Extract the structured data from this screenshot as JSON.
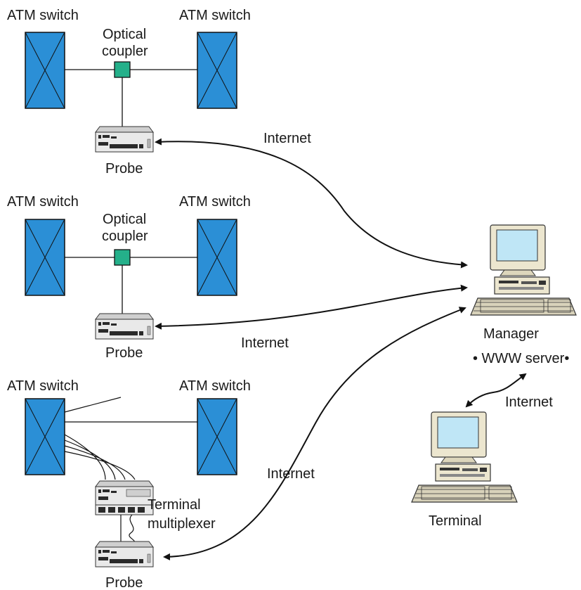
{
  "colors": {
    "switch_fill": "#2b8fd6",
    "coupler_fill": "#24b08a",
    "device_body": "#e9e9e9",
    "device_dark": "#2a2a2a",
    "screen": "#bfe6f6",
    "computer_beige": "#ece6cf",
    "line": "#111111"
  },
  "diagram": {
    "group1": {
      "switch_left_label": "ATM switch",
      "switch_right_label": "ATM switch",
      "coupler_label_line1": "Optical",
      "coupler_label_line2": "coupler",
      "probe_label": "Probe",
      "link_label": "Internet"
    },
    "group2": {
      "switch_left_label": "ATM switch",
      "switch_right_label": "ATM switch",
      "coupler_label_line1": "Optical",
      "coupler_label_line2": "coupler",
      "probe_label": "Probe",
      "link_label": "Internet"
    },
    "group3": {
      "switch_left_label": "ATM switch",
      "switch_right_label": "ATM switch",
      "mux_label_line1": "Terminal",
      "mux_label_line2": "multiplexer",
      "probe_label": "Probe",
      "link_label": "Internet"
    },
    "manager": {
      "label": "Manager",
      "server_label": "• WWW server•"
    },
    "terminal": {
      "label": "Terminal",
      "link_label": "Internet"
    },
    "icons": {
      "switch": "atm-switch-icon",
      "coupler": "optical-coupler-icon",
      "probe": "probe-device-icon",
      "mux": "terminal-multiplexer-icon",
      "computer": "desktop-computer-icon"
    }
  }
}
